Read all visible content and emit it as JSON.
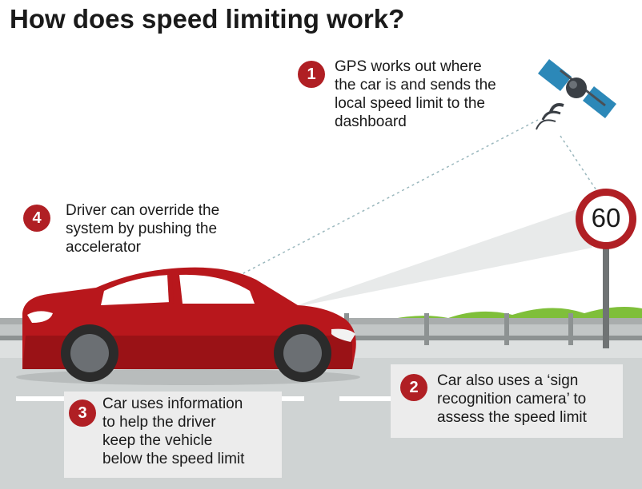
{
  "title": "How does speed limiting work?",
  "sign": {
    "speed_limit": "60"
  },
  "steps": [
    {
      "number": "1",
      "lines": [
        "GPS works out where",
        "the car is and sends the",
        "local speed limit to the",
        "dashboard"
      ]
    },
    {
      "number": "2",
      "lines": [
        "Car also uses a ‘sign",
        "recognition camera’ to",
        "assess the speed limit"
      ]
    },
    {
      "number": "3",
      "lines": [
        "Car uses information",
        "to help the driver",
        "keep the vehicle",
        "below the speed limit"
      ]
    },
    {
      "number": "4",
      "lines": [
        "Driver can override the",
        "system by pushing the",
        "accelerator"
      ]
    }
  ],
  "colors": {
    "accent": "#b01f24",
    "car": "#b8171c",
    "road": "#cfd3d3",
    "grass": "#7fbf3a",
    "panel": "#ececec"
  },
  "icons": [
    "satellite-icon",
    "speed-limit-sign-icon",
    "car-icon"
  ]
}
